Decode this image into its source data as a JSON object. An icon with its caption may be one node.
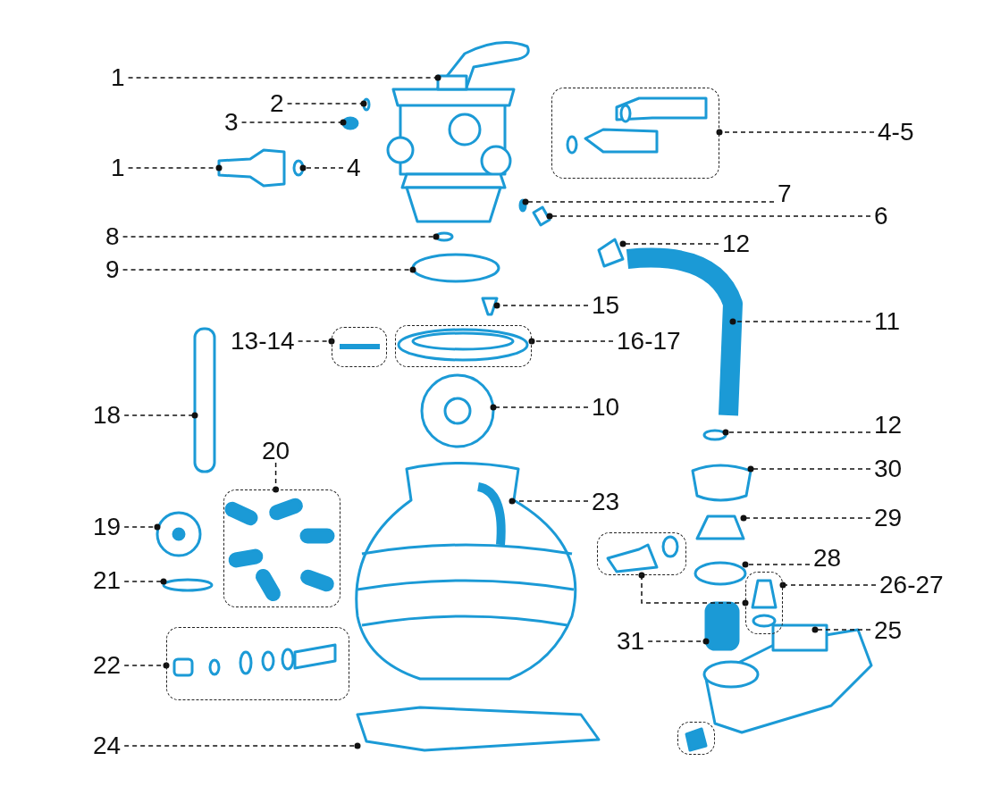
{
  "diagram": {
    "nodes": [
      {
        "text": [
          "1"
        ]
      },
      {
        "text": [
          "2"
        ]
      },
      {
        "text": [
          "3"
        ]
      },
      {
        "text": [
          "1"
        ]
      },
      {
        "text": [
          "4"
        ]
      },
      {
        "text": [
          "4-5"
        ]
      },
      {
        "text": [
          "7"
        ]
      },
      {
        "text": [
          "6"
        ]
      },
      {
        "text": [
          "8"
        ]
      },
      {
        "text": [
          "9"
        ]
      },
      {
        "text": [
          "12"
        ]
      },
      {
        "text": [
          "15"
        ]
      },
      {
        "text": [
          "13-14"
        ]
      },
      {
        "text": [
          "16-17"
        ]
      },
      {
        "text": [
          "11"
        ]
      },
      {
        "text": [
          "18"
        ]
      },
      {
        "text": [
          "10"
        ]
      },
      {
        "text": [
          "12"
        ]
      },
      {
        "text": [
          "20"
        ]
      },
      {
        "text": [
          "30"
        ]
      },
      {
        "text": [
          "23"
        ]
      },
      {
        "text": [
          "19"
        ]
      },
      {
        "text": [
          "29"
        ]
      },
      {
        "text": [
          "28"
        ]
      },
      {
        "text": [
          "21"
        ]
      },
      {
        "text": [
          "26-27"
        ]
      },
      {
        "text": [
          "25"
        ]
      },
      {
        "text": [
          "22"
        ]
      },
      {
        "text": [
          "31"
        ]
      },
      {
        "text": [
          "24"
        ]
      },
      {
        "text": [],
        "shape": "box"
      },
      {
        "text": [],
        "shape": "box"
      },
      {
        "text": [],
        "shape": "box"
      },
      {
        "text": [],
        "shape": "box"
      },
      {
        "text": [],
        "shape": "box"
      },
      {
        "text": [],
        "shape": "box"
      },
      {
        "text": [],
        "shape": "box"
      },
      {
        "text": [],
        "shape": "box"
      },
      {
        "text": [],
        "shape": "picture"
      },
      {
        "text": [],
        "shape": "circle"
      },
      {
        "text": [],
        "shape": "circle"
      },
      {
        "text": [],
        "shape": "picture"
      },
      {
        "text": [],
        "shape": "picture"
      },
      {
        "text": [],
        "shape": "picture"
      },
      {
        "text": [],
        "shape": "picture"
      },
      {
        "text": [],
        "shape": "circle"
      },
      {
        "text": [],
        "shape": "circle"
      },
      {
        "text": [],
        "shape": "picture"
      },
      {
        "text": [],
        "shape": "picture"
      },
      {
        "text": [],
        "shape": "picture"
      },
      {
        "text": [],
        "shape": "box"
      },
      {
        "text": [],
        "shape": "picture"
      },
      {
        "text": [],
        "shape": "picture"
      },
      {
        "text": [],
        "shape": "picture"
      },
      {
        "text": [],
        "shape": "picture"
      },
      {
        "text": [],
        "shape": "picture"
      },
      {
        "text": [],
        "shape": "picture"
      },
      {
        "text": [],
        "shape": "picture"
      },
      {
        "text": [],
        "shape": "circle"
      },
      {
        "text": [],
        "shape": "picture"
      },
      {
        "text": [],
        "shape": "box"
      },
      {
        "text": [],
        "shape": "picture"
      }
    ],
    "edges": [
      {
        "from": 0,
        "to": 38,
        "arrow": "other"
      },
      {
        "from": 1,
        "to": 39,
        "arrow": "other"
      },
      {
        "from": 2,
        "to": 40,
        "arrow": "other"
      },
      {
        "from": 3,
        "to": 41,
        "arrow": "other"
      },
      {
        "from": 4,
        "to": 42,
        "arrow": "other"
      },
      {
        "from": 5,
        "to": 30,
        "arrow": "other"
      },
      {
        "from": 6,
        "to": 43,
        "arrow": "other"
      },
      {
        "from": 7,
        "to": 44,
        "arrow": "other"
      },
      {
        "from": 8,
        "to": 45,
        "arrow": "other"
      },
      {
        "from": 9,
        "to": 46,
        "arrow": "other"
      },
      {
        "from": 10,
        "to": 47,
        "arrow": "other"
      },
      {
        "from": 11,
        "to": 48,
        "arrow": "other"
      },
      {
        "from": 12,
        "to": 31,
        "arrow": "other"
      },
      {
        "from": 13,
        "to": 32,
        "arrow": "other"
      },
      {
        "from": 14,
        "to": 49,
        "arrow": "other"
      },
      {
        "from": 15,
        "to": 50,
        "arrow": "other"
      },
      {
        "from": 16,
        "to": 51,
        "arrow": "other"
      },
      {
        "from": 17,
        "to": 52,
        "arrow": "other"
      },
      {
        "from": 18,
        "to": 33,
        "arrow": "other"
      },
      {
        "from": 19,
        "to": 53,
        "arrow": "other"
      },
      {
        "from": 20,
        "to": 54,
        "arrow": "other"
      },
      {
        "from": 21,
        "to": 55,
        "arrow": "other"
      },
      {
        "from": 22,
        "to": 56,
        "arrow": "other"
      },
      {
        "from": 23,
        "to": 57,
        "arrow": "other"
      },
      {
        "from": 24,
        "to": 58,
        "arrow": "other"
      },
      {
        "from": 25,
        "to": 36,
        "arrow": "other"
      },
      {
        "from": 26,
        "to": 59,
        "arrow": "other"
      },
      {
        "from": 27,
        "to": 34,
        "arrow": "other"
      },
      {
        "from": 28,
        "to": 60,
        "arrow": "other"
      },
      {
        "from": 29,
        "to": 61,
        "arrow": "other"
      },
      {
        "from": 35,
        "to": 36,
        "arrow": "other"
      }
    ]
  }
}
